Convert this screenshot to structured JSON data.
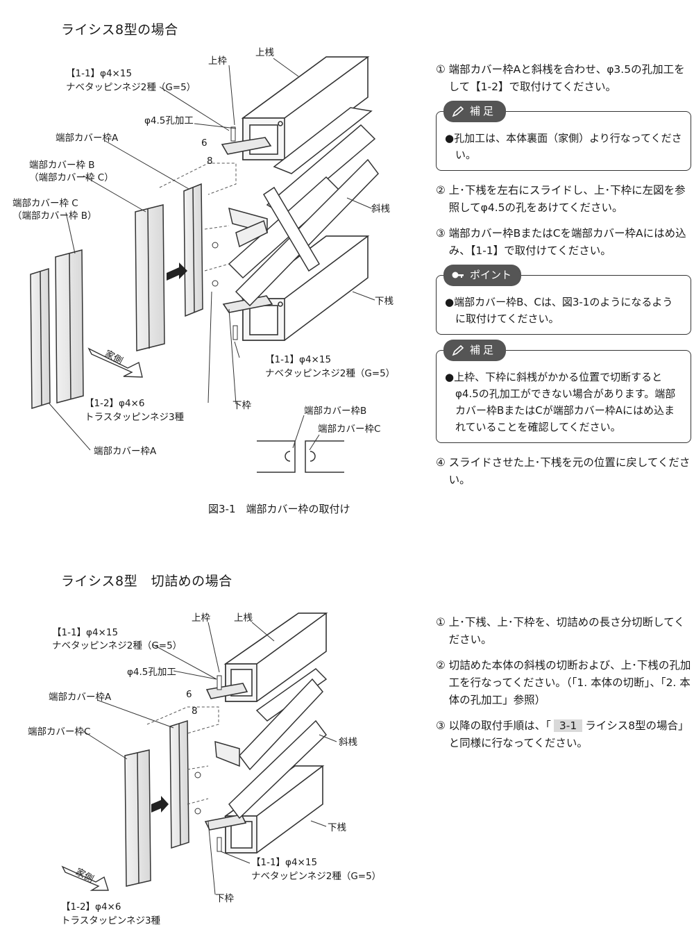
{
  "section1": {
    "heading": "ライシス8型の場合",
    "labels": {
      "ue_waku": "上枠",
      "ue_san": "上桟",
      "screw_1_1_top_a": "【1-1】φ4×15",
      "screw_1_1_top_b": "ナベタッピンネジ2種（G=5）",
      "hole": "φ4.5孔加工",
      "dim6": "6",
      "dim8": "8",
      "cover_a_top": "端部カバー枠A",
      "cover_b_a": "端部カバー枠 B",
      "cover_b_b": "（端部カバー枠 C）",
      "cover_c_a": "端部カバー枠 C",
      "cover_c_b": "（端部カバー枠 B）",
      "shasan": "斜桟",
      "shita_san": "下桟",
      "screw_1_1_bot_a": "【1-1】φ4×15",
      "screw_1_1_bot_b": "ナベタッピンネジ2種（G=5）",
      "screw_1_2_a": "【1-2】φ4×6",
      "screw_1_2_b": "トラスタッピンネジ3種",
      "shita_waku": "下枠",
      "cover_a_bottom": "端部カバー枠A",
      "kagawa": "家側",
      "section_b": "端部カバー枠B",
      "section_c": "端部カバー枠C"
    },
    "caption": "図3-1　端部カバー枠の取付け",
    "steps": [
      {
        "num": "①",
        "text": "端部カバー枠Aと斜桟を合わせ、φ3.5の孔加工をして【1-2】で取付けてください。"
      },
      {
        "num": "②",
        "text": "上･下桟を左右にスライドし、上･下枠に左図を参照してφ4.5の孔をあけてください。"
      },
      {
        "num": "③",
        "text": "端部カバー枠BまたはCを端部カバー枠Aにはめ込み、【1-1】で取付けてください。"
      },
      {
        "num": "④",
        "text": "スライドさせた上･下桟を元の位置に戻してください。"
      }
    ],
    "note1": {
      "tag": "補足",
      "items": [
        "●孔加工は、本体裏面（家側）より行なってください。"
      ]
    },
    "point": {
      "tag": "ポイント",
      "items": [
        "●端部カバー枠B、Cは、図3-1のようになるように取付けてください。"
      ]
    },
    "note2": {
      "tag": "補足",
      "items": [
        "●上枠、下枠に斜桟がかかる位置で切断するとφ4.5の孔加工ができない場合があります。端部カバー枠BまたはCが端部カバー枠Aにはめ込まれていることを確認してください。"
      ]
    }
  },
  "section2": {
    "heading": "ライシス8型　切詰めの場合",
    "labels": {
      "ue_waku": "上枠",
      "ue_san": "上桟",
      "screw_1_1_top_a": "【1-1】φ4×15",
      "screw_1_1_top_b": "ナベタッピンネジ2種（G=5）",
      "hole": "φ4.5孔加工",
      "dim6": "6",
      "dim8": "8",
      "cover_a": "端部カバー枠A",
      "cover_c": "端部カバー枠C",
      "shasan": "斜桟",
      "shita_san": "下桟",
      "screw_1_1_bot_a": "【1-1】φ4×15",
      "screw_1_1_bot_b": "ナベタッピンネジ2種（G=5）",
      "screw_1_2_a": "【1-2】φ4×6",
      "screw_1_2_b": "トラスタッピンネジ3種",
      "shita_waku": "下枠",
      "kagawa": "家側"
    },
    "steps": [
      {
        "num": "①",
        "text": "上･下桟、上･下枠を、切詰めの長さ分切断してください。"
      },
      {
        "num": "②",
        "text": "切詰めた本体の斜桟の切断および、上･下桟の孔加工を行なってください。（「1. 本体の切断」、「2. 本体の孔加工」参照）"
      },
      {
        "num": "③",
        "pre": "以降の取付手順は、「",
        "ref": "3-1",
        "post": "ライシス8型の場合」と同様に行なってください。"
      }
    ]
  }
}
